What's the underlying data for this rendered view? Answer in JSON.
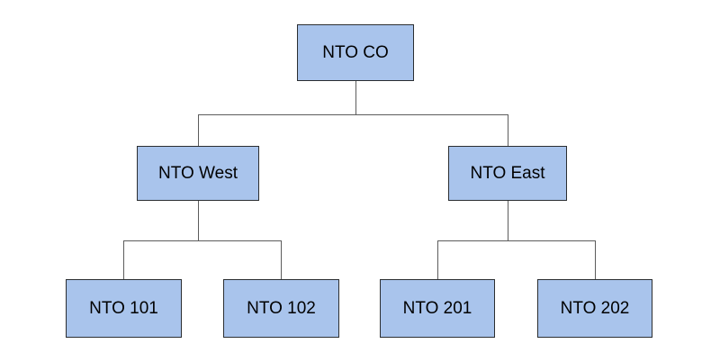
{
  "diagram": {
    "type": "org-chart",
    "tree": {
      "label": "NTO CO",
      "children": [
        {
          "label": "NTO West",
          "children": [
            {
              "label": "NTO 101"
            },
            {
              "label": "NTO 102"
            }
          ]
        },
        {
          "label": "NTO East",
          "children": [
            {
              "label": "NTO 201"
            },
            {
              "label": "NTO 202"
            }
          ]
        }
      ]
    },
    "colors": {
      "node_fill": "#a9c4ec",
      "node_border": "#2b2e31",
      "connector": "#5c5c5c",
      "page_bg": "#ffffff"
    }
  }
}
